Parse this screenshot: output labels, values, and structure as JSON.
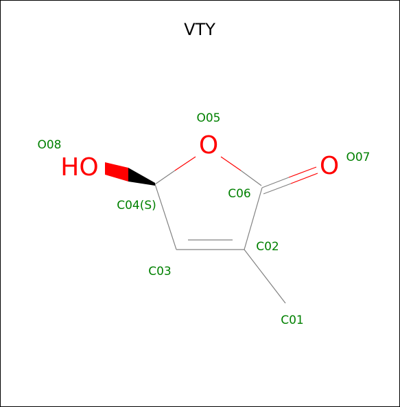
{
  "title": "VTY",
  "colors": {
    "label": "#008000",
    "oxygen": "#ff0000",
    "bond": "#808080",
    "frame": "#000000"
  },
  "symbols": {
    "o05": "O",
    "o07": "O",
    "o08": "HO"
  },
  "atom_labels": {
    "o05": "O05",
    "o07": "O07",
    "o08": "O08",
    "c01": "C01",
    "c02": "C02",
    "c03": "C03",
    "c04": "C04(S)",
    "c06": "C06"
  }
}
